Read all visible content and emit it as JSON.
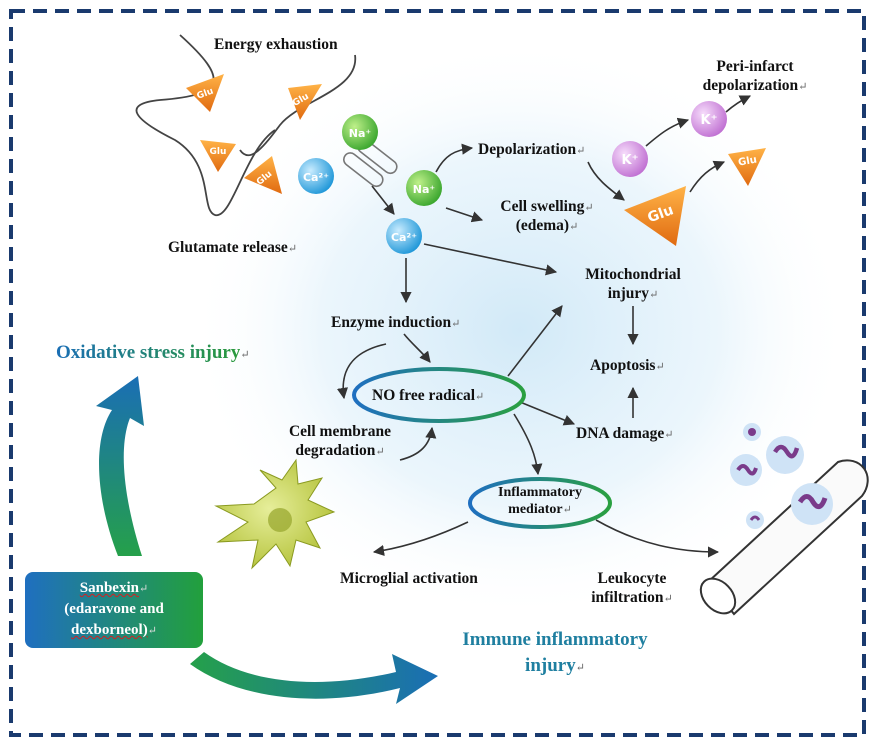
{
  "labels": {
    "energy": "Energy exhaustion",
    "glutamate_release": "Glutamate release",
    "depolarization": "Depolarization",
    "cell_swelling_1": "Cell swelling",
    "cell_swelling_2": "(edema)",
    "peri_1": "Peri-infarct",
    "peri_2": "depolarization",
    "mito_1": "Mitochondrial",
    "mito_2": "injury",
    "enzyme": "Enzyme induction",
    "no_radical": "NO free radical",
    "apoptosis": "Apoptosis",
    "membrane_1": "Cell membrane",
    "membrane_2": "degradation",
    "dna": "DNA damage",
    "inflam_1": "Inflammatory",
    "inflam_2": "mediator",
    "microglial": "Microglial activation",
    "leukocyte_1": "Leukocyte",
    "leukocyte_2": "infiltration",
    "oxidative": "Oxidative stress injury",
    "immune_1": "Immune inflammatory",
    "immune_2": "injury",
    "drug_1": "Sanbexin",
    "drug_2": "(edaravone and",
    "drug_3": "dexborneol)"
  },
  "ions": {
    "na": "Na⁺",
    "ca": "Ca²⁺",
    "k": "K⁺",
    "glu": "Glu"
  },
  "paragraph_mark": "↵",
  "colors": {
    "frame": "#1a3a6e",
    "na": "#3aa62e",
    "ca": "#29a0dd",
    "k": "#c883d6",
    "glu": "#f08a1a",
    "ellipse_ring": "#1f6fc0",
    "ellipse_ring_green": "#2aa040",
    "background_glow": "#cfe8f7"
  }
}
